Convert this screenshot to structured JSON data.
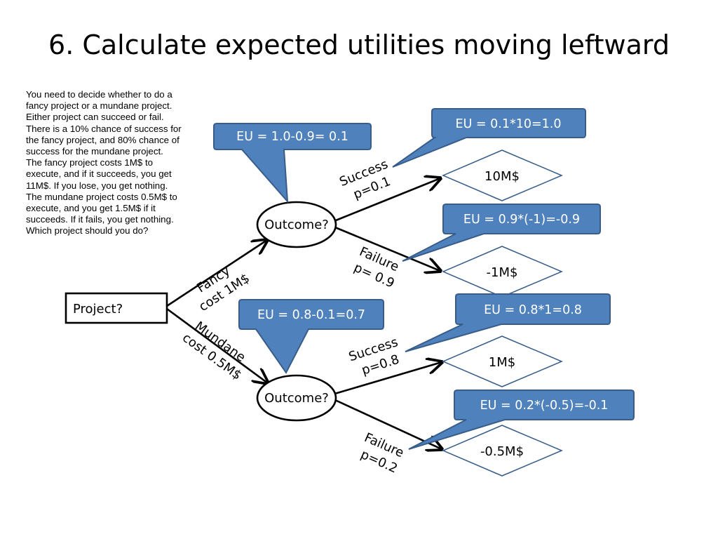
{
  "title": "6.  Calculate expected utilities moving leftward",
  "problem_text": "You need to decide whether to do a\nfancy project or a mundane project.\nEither project can succeed or fail.\nThere is a 10% chance of success for\nthe fancy project, and 80% chance of\nsuccess for the mundane project.\nThe fancy project costs 1M$ to\nexecute, and if it succeeds, you get\n11M$.  If you lose, you get nothing.\nThe mundane project costs 0.5M$ to\nexecute, and you get 1.5M$ if it\nsucceeds.  If it fails, you get nothing.\nWhich project should you do?",
  "nodes": {
    "decision": "Project?",
    "chance_fancy": "Outcome?",
    "chance_mundane": "Outcome?",
    "payoff_fancy_success": "10M$",
    "payoff_fancy_failure": "-1M$",
    "payoff_mundane_success": "1M$",
    "payoff_mundane_failure": "-0.5M$"
  },
  "branches": {
    "fancy": [
      "Fancy",
      "cost 1M$"
    ],
    "mundane": [
      "Mundane",
      "cost 0.5M$"
    ],
    "fancy_success": [
      "Success",
      "p=0.1"
    ],
    "fancy_failure": [
      "Failure",
      "p= 0.9"
    ],
    "mundane_success": [
      "Success",
      "p=0.8"
    ],
    "mundane_failure": [
      "Failure",
      "p=0.2"
    ]
  },
  "callouts": {
    "fancy_eu": "EU = 1.0-0.9= 0.1",
    "mundane_eu": "EU = 0.8-0.1=0.7",
    "fancy_success_eu": "EU = 0.1*10=1.0",
    "fancy_failure_eu": "EU = 0.9*(-1)=-0.9",
    "mundane_success_eu": "EU = 0.8*1=0.8",
    "mundane_failure_eu": "EU = 0.2*(-0.5)=-0.1"
  },
  "colors": {
    "callout_fill": "#4f81bd",
    "callout_stroke": "#385d8a",
    "line": "#000000"
  }
}
